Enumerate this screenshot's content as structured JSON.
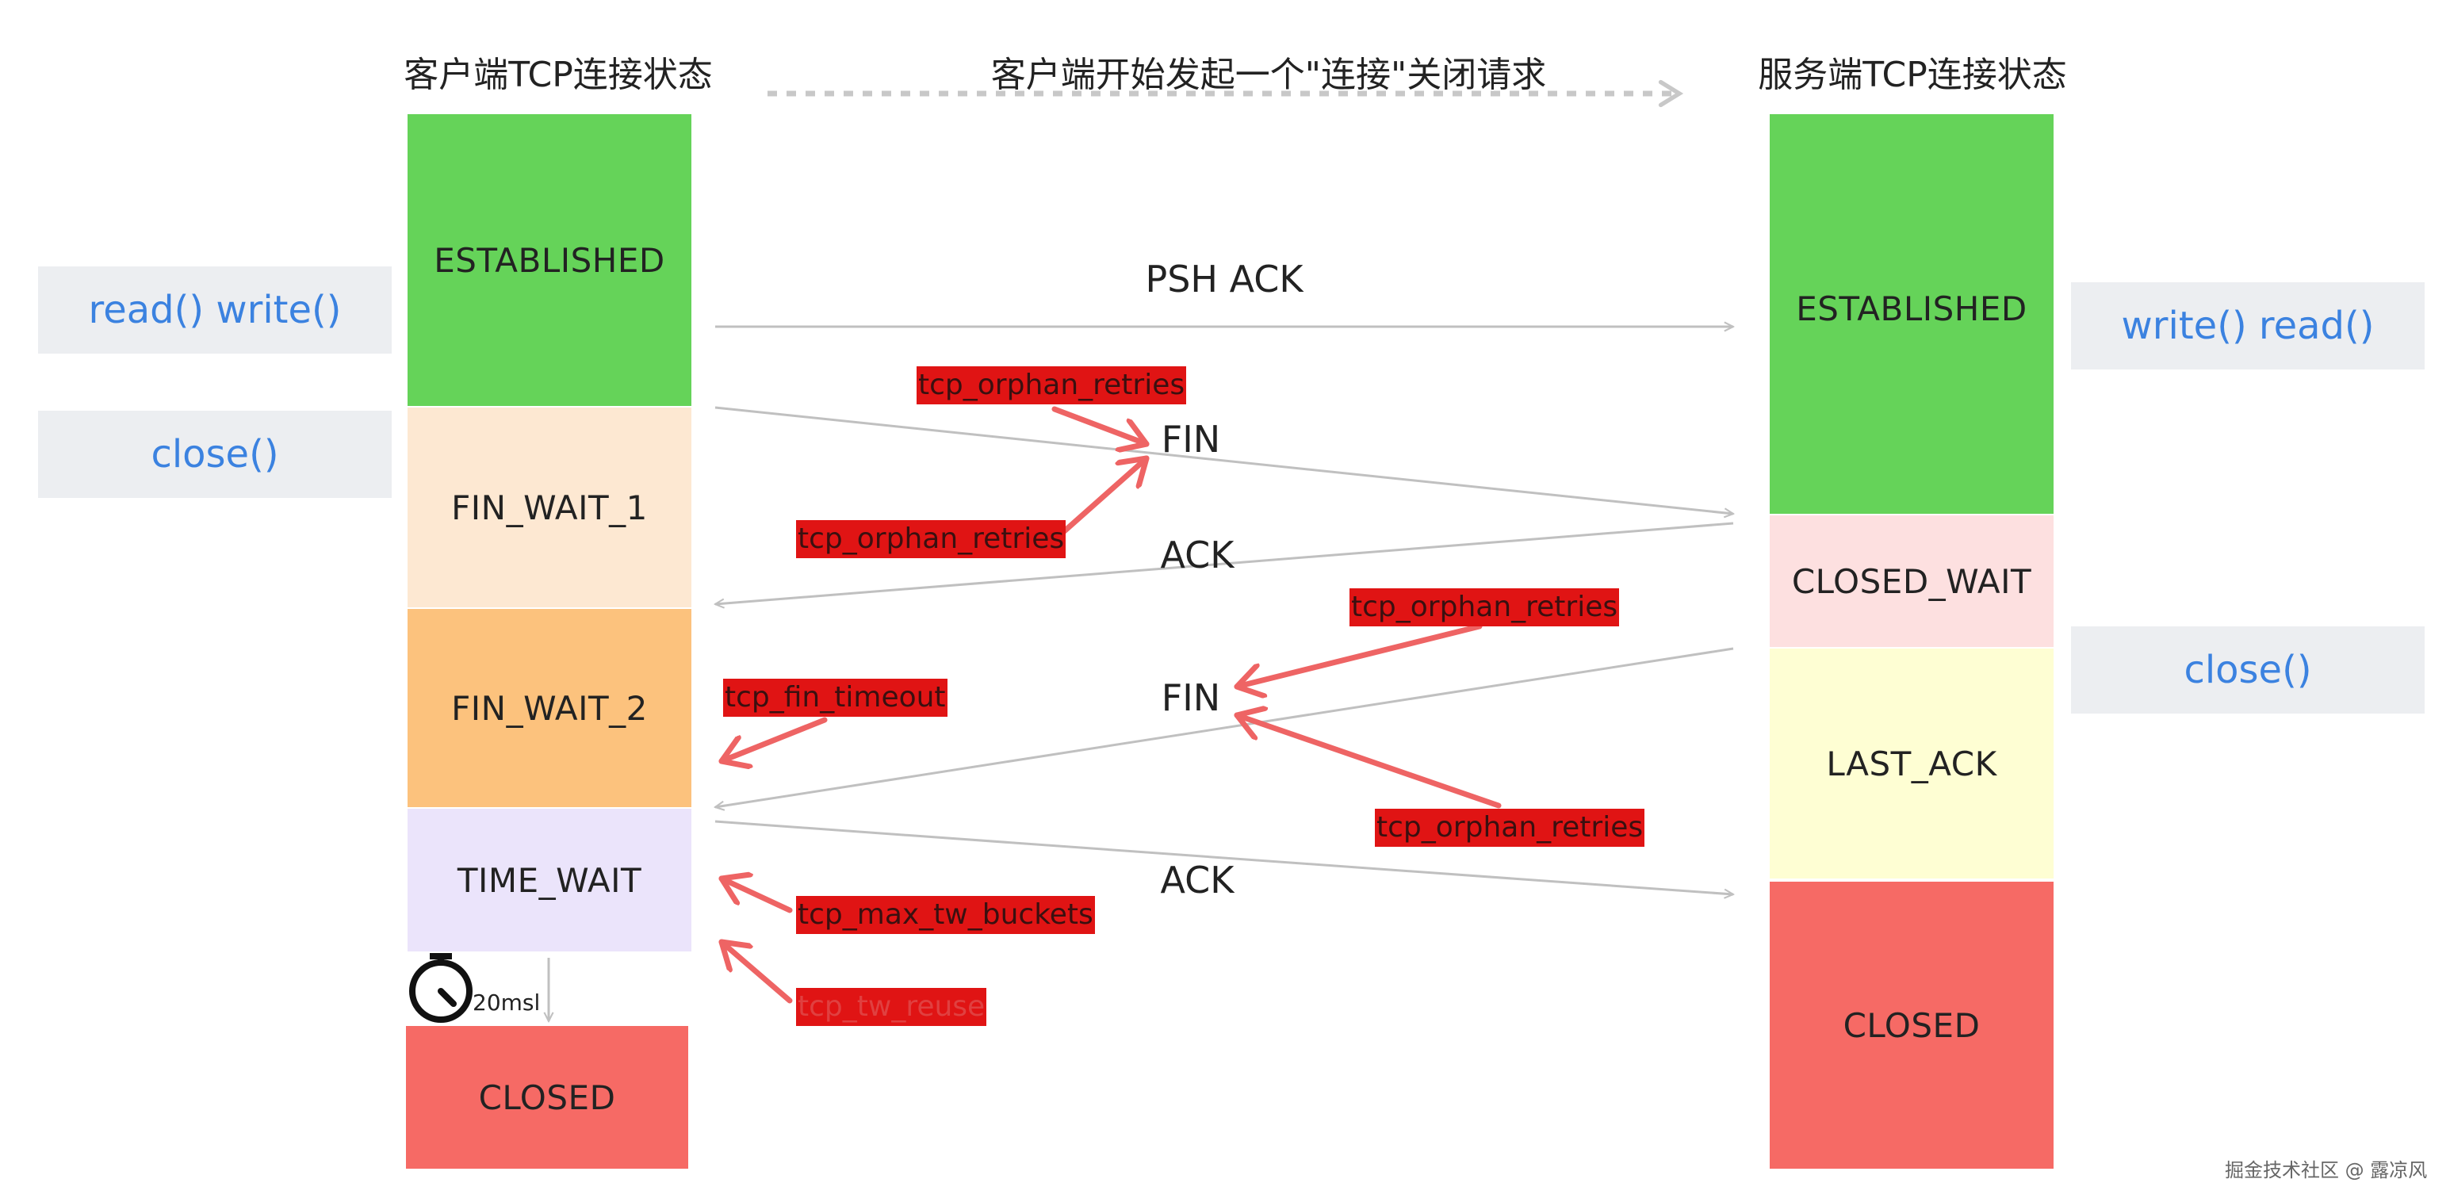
{
  "titles": {
    "client": "客户端TCP连接状态",
    "initiator": "客户端开始发起一个\"连接\"关闭请求",
    "server": "服务端TCP连接状态"
  },
  "client_states": {
    "established": "ESTABLISHED",
    "fin_wait_1": "FIN_WAIT_1",
    "fin_wait_2": "FIN_WAIT_2",
    "time_wait": "TIME_WAIT",
    "closed": "CLOSED"
  },
  "server_states": {
    "established": "ESTABLISHED",
    "closed_wait": "CLOSED_WAIT",
    "last_ack": "LAST_ACK",
    "closed": "CLOSED"
  },
  "client_calls": {
    "read_write": "read() write()",
    "close": "close()"
  },
  "server_calls": {
    "write_read": "write() read()",
    "close": "close()"
  },
  "messages": {
    "psh_ack": "PSH ACK",
    "fin_1": "FIN",
    "ack_1": "ACK",
    "fin_2": "FIN",
    "ack_2": "ACK"
  },
  "params": {
    "orphan_retries_1": "tcp_orphan_retries",
    "orphan_retries_2": "tcp_orphan_retries",
    "orphan_retries_3": "tcp_orphan_retries",
    "orphan_retries_4": "tcp_orphan_retries",
    "fin_timeout": "tcp_fin_timeout",
    "max_tw_buckets": "tcp_max_tw_buckets",
    "tw_reuse": "tcp_tw_reuse"
  },
  "timer": {
    "label": "20msl",
    "icon": "stopwatch-icon"
  },
  "watermark": "掘金技术社区 @ 露凉风",
  "colors": {
    "established": "#65d359",
    "fin_wait_1": "#fde8d2",
    "fin_wait_2": "#fcc27d",
    "time_wait": "#ebe4fb",
    "closed": "#f66a65",
    "closed_wait": "#fde0e0",
    "last_ack": "#fefed3",
    "call_bg": "#eceef1",
    "call_text": "#3b82e0",
    "tag_bg": "#e01414",
    "param_arrow": "#ee6464",
    "message_line": "#c0c0c0"
  }
}
